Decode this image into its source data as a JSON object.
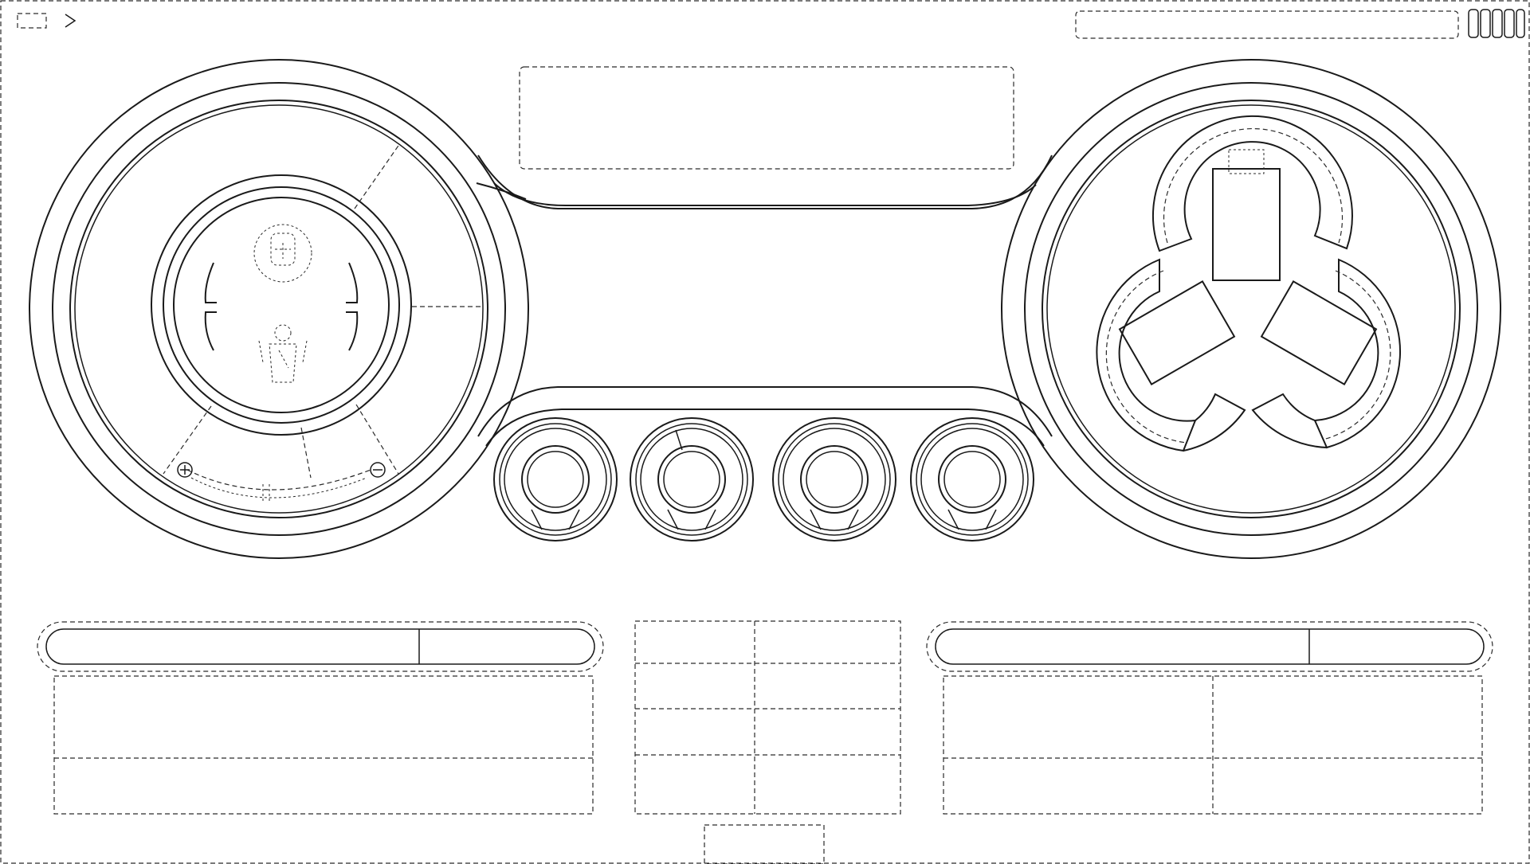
{
  "colors": {
    "line": "#1a1a1a",
    "background": "#ffffff"
  },
  "icons": {
    "top_left": [
      "window-icon",
      "chevron-right-icon"
    ],
    "top_right": "battery-indicator-icon",
    "left_gauge_top": "tire-icon",
    "left_gauge_bottom": "seat-belt-icon",
    "gauge_scale_min": "plus-icon",
    "gauge_scale_max": "minus-icon",
    "right_gauge": "tri-lobe-compass-icon"
  },
  "small_dials": {
    "count": 4
  },
  "info_table": {
    "rows": 4,
    "cols": 2
  }
}
